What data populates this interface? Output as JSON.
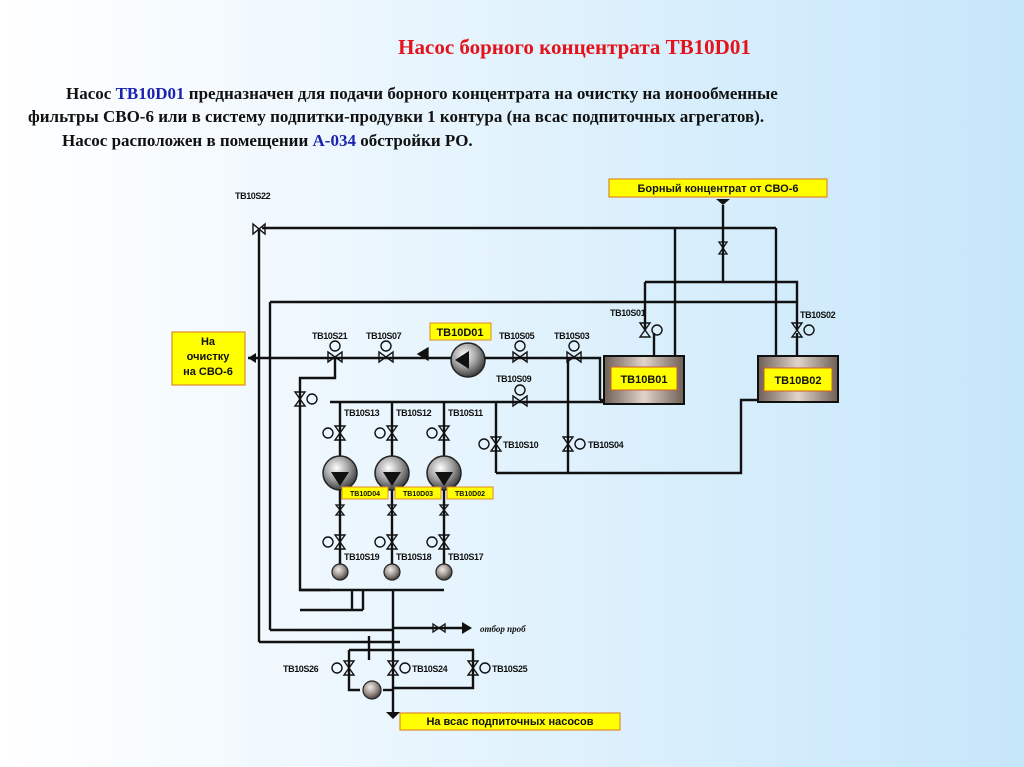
{
  "title": "Насос борного концентрата ТВ10D01",
  "description": {
    "line1_prefix": "Насос ",
    "line1_code": "ТВ10D01",
    "line1_suffix": " предназначен для подачи борного концентрата на очистку на ионообменные",
    "line2": "фильтры СВО-6 или в систему подпитки-продувки 1 контура (на всас подпиточных агрегатов).",
    "line3_prefix": "Насос расположен в помещении ",
    "line3_room": "А-034",
    "line3_suffix": " обстройки РО."
  },
  "diagram": {
    "source_label": "Борный концентрат от СВО-6",
    "to_cleaning_label": [
      "На",
      "очистку",
      "на СВО-6"
    ],
    "to_suction_label": "На всас подпиточных насосов",
    "sampling_label": "отбор проб",
    "main_pump": "ТВ10D01",
    "pumps": [
      "ТВ10D04",
      "ТВ10D03",
      "ТВ10D02"
    ],
    "tanks": [
      "ТВ10В01",
      "ТВ10В02"
    ],
    "valves": {
      "top_left": "ТВ10S22",
      "s21": "ТВ10S21",
      "s07": "ТВ10S07",
      "s05": "ТВ10S05",
      "s03": "ТВ10S03",
      "s09": "ТВ10S09",
      "s01": "ТВ10S01",
      "s02": "ТВ10S02",
      "s13": "ТВ10S13",
      "s12": "ТВ10S12",
      "s11": "ТВ10S11",
      "s10": "ТВ10S10",
      "s04": "ТВ10S04",
      "s19": "ТВ10S19",
      "s18": "ТВ10S18",
      "s17": "ТВ10S17",
      "s26": "ТВ10S26",
      "s24": "ТВ10S24",
      "s25": "ТВ10S25"
    }
  },
  "colors": {
    "title": "#e3121b",
    "highlight": "#1a22b0",
    "label_box": "#ffff00",
    "label_border": "#e08a2a",
    "tank": "#8a7a70"
  }
}
